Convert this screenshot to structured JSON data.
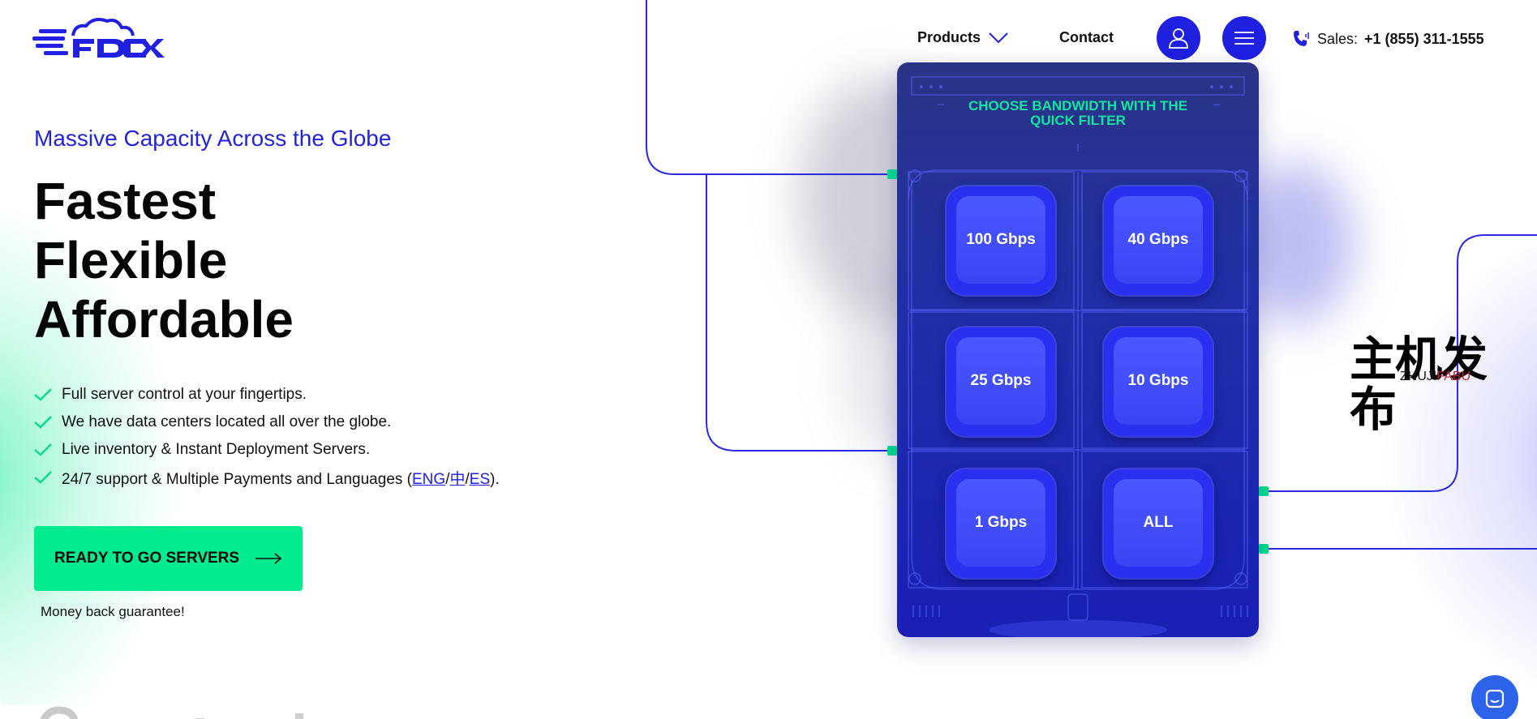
{
  "brand": {
    "logo_text": "FDC",
    "accent": "#1f20e0",
    "green": "#00ea8f"
  },
  "nav": {
    "products_label": "Products",
    "contact_label": "Contact",
    "sales_label": "Sales:",
    "sales_phone": "+1 (855) 311-1555",
    "icons": [
      "user-icon",
      "menu-icon",
      "phone-icon",
      "chevron-down-icon"
    ]
  },
  "hero": {
    "subtitle": "Massive Capacity Across the Globe",
    "title_lines": [
      "Fastest",
      "Flexible",
      "Affordable"
    ],
    "features": [
      "Full server control at your fingertips.",
      "We have data centers located all over the globe.",
      "Live inventory & Instant Deployment Servers.",
      "24/7 support & Multiple Payments and Languages ("
    ],
    "languages": [
      "ENG",
      "中",
      "ES"
    ],
    "languages_suffix": ").",
    "cta_label": "READY TO GO SERVERS",
    "money_back": "Money back guarantee!"
  },
  "filter": {
    "title_line1": "CHOOSE BANDWIDTH WITH THE",
    "title_line2": "QUICK FILTER",
    "options": [
      "100 Gbps",
      "40 Gbps",
      "25 Gbps",
      "10 Gbps",
      "1 Gbps",
      "ALL"
    ]
  },
  "watermark": {
    "text_cn": "主机发布",
    "text_en_1": "ZHUJI",
    "text_en_2": "FABU"
  }
}
